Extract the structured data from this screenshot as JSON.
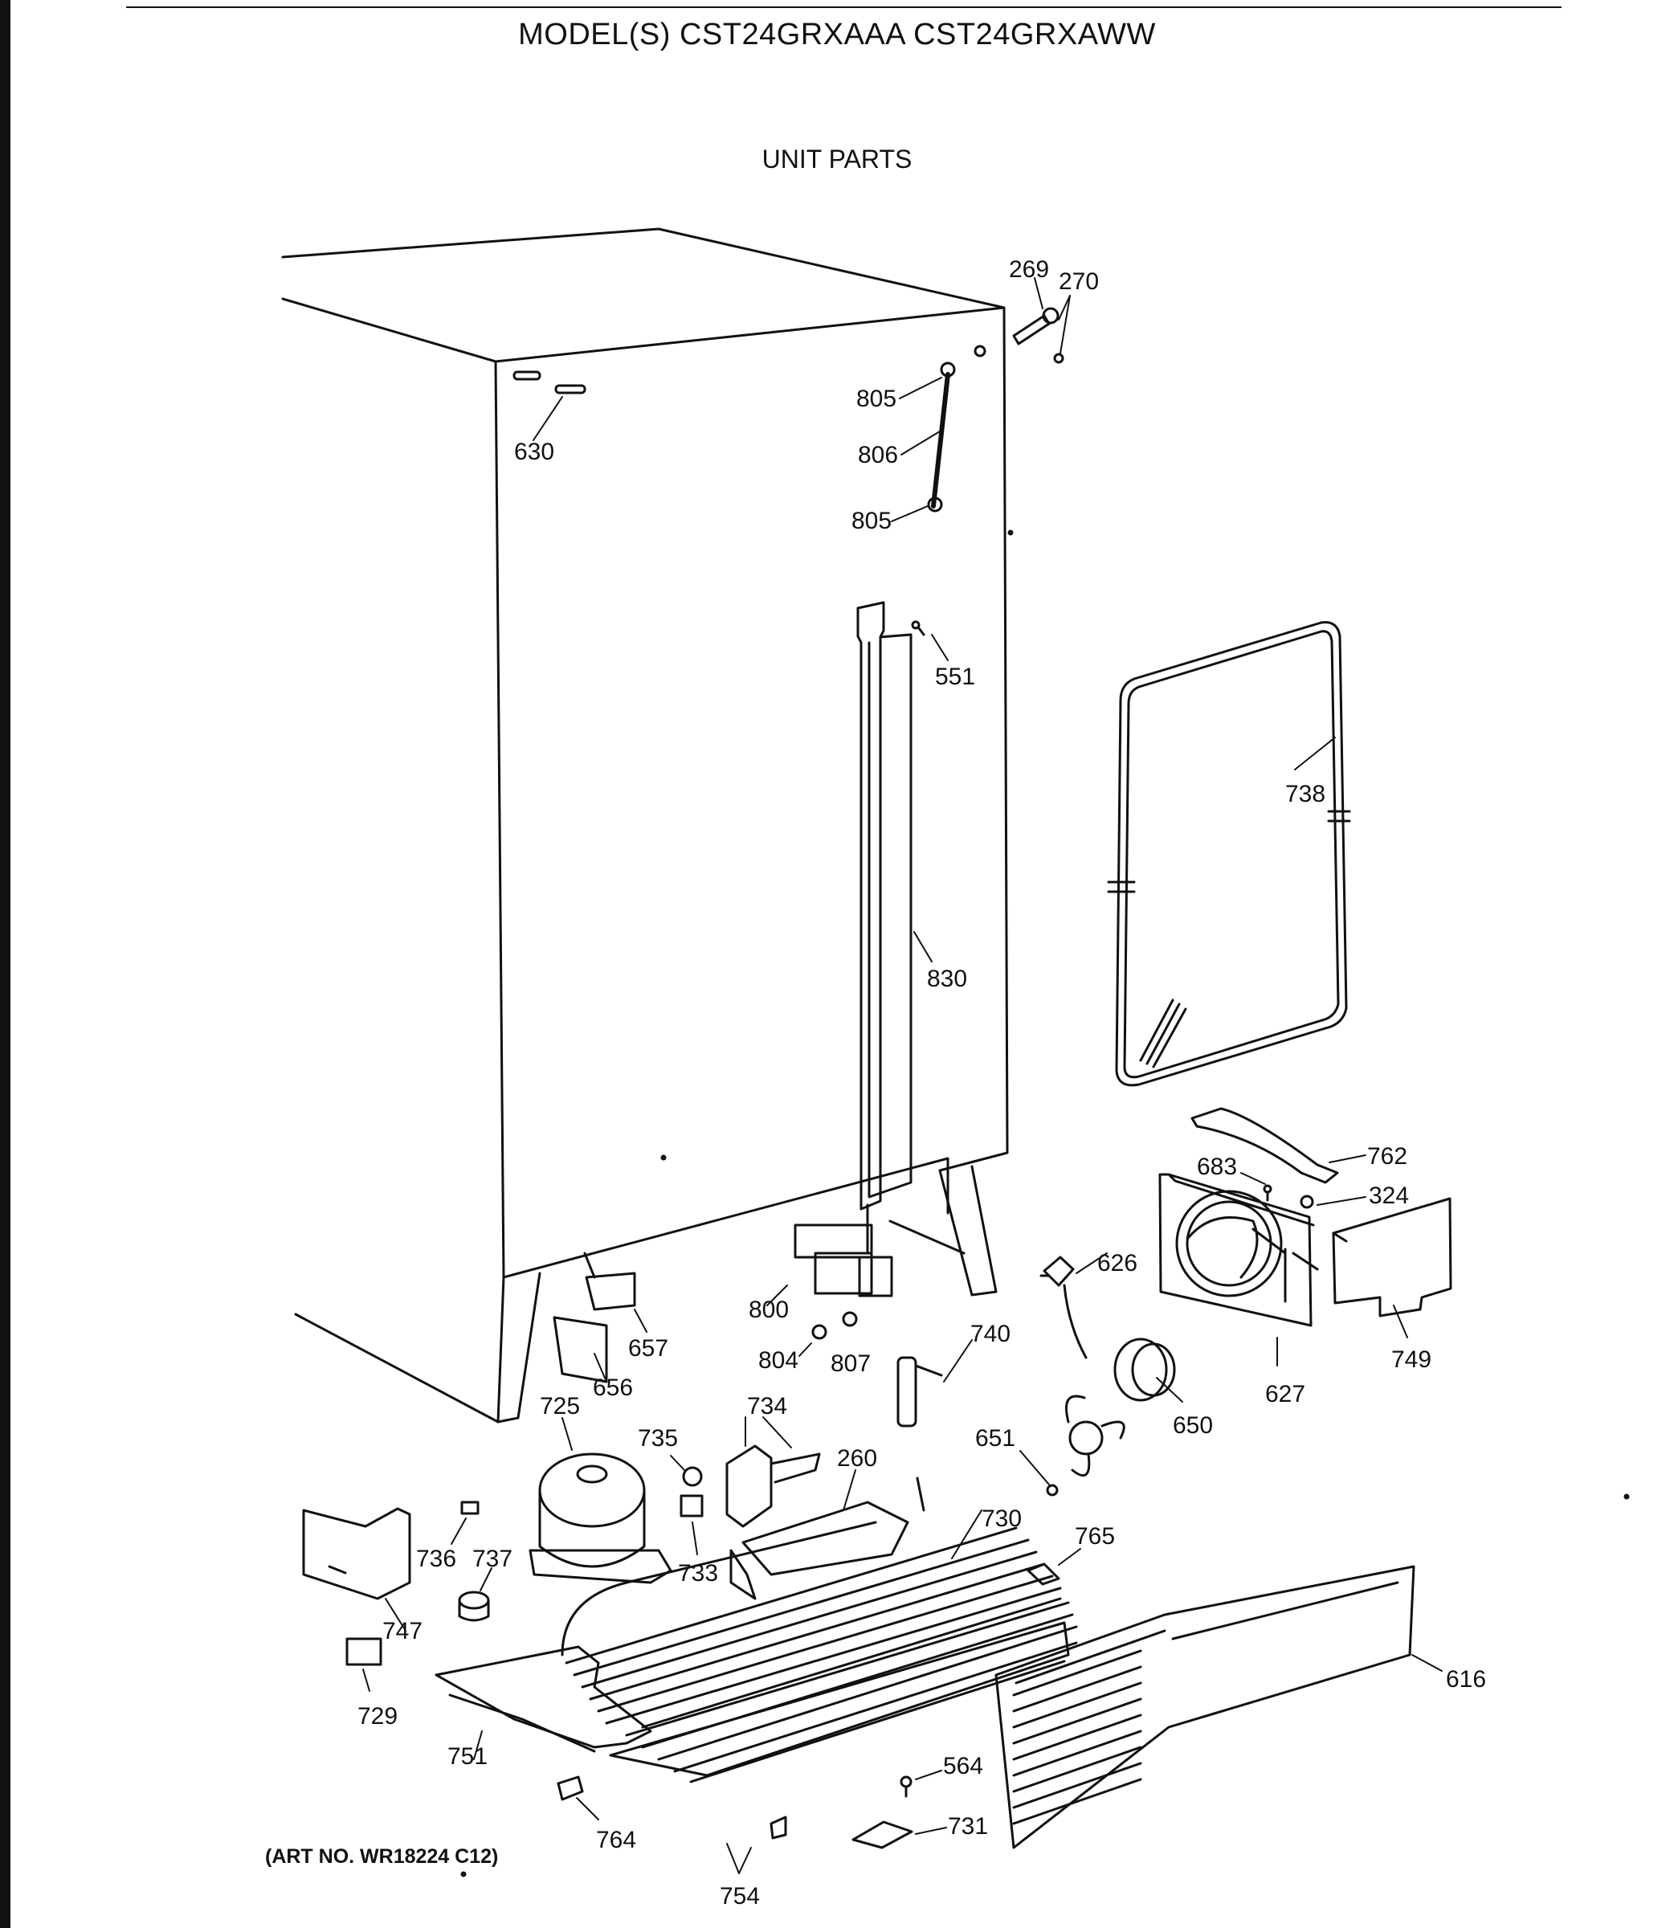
{
  "header": {
    "model_title": "MODEL(S) CST24GRXAAA  CST24GRXAWW",
    "section_title": "UNIT PARTS"
  },
  "footer": {
    "art_number": "(ART NO. WR18224 C12)"
  },
  "parts": {
    "p269": "269",
    "p270": "270",
    "p630": "630",
    "p805a": "805",
    "p806": "806",
    "p805b": "805",
    "p551": "551",
    "p738": "738",
    "p830": "830",
    "p762": "762",
    "p683": "683",
    "p324": "324",
    "p626": "626",
    "p657": "657",
    "p800": "800",
    "p740": "740",
    "p804": "804",
    "p807": "807",
    "p656": "656",
    "p627": "627",
    "p749": "749",
    "p650": "650",
    "p725": "725",
    "p734": "734",
    "p735": "735",
    "p651": "651",
    "p260": "260",
    "p730": "730",
    "p765": "765",
    "p736": "736",
    "p737": "737",
    "p733": "733",
    "p747": "747",
    "p616": "616",
    "p729": "729",
    "p751": "751",
    "p564": "564",
    "p764": "764",
    "p731": "731",
    "p754": "754"
  }
}
